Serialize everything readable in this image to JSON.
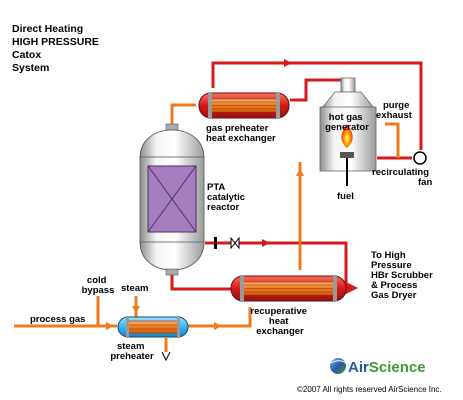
{
  "title": [
    "Direct Heating",
    "HIGH PRESSURE",
    "Catox",
    "System"
  ],
  "labels": {
    "gas_preheater": [
      "gas preheater",
      "heat exchanger"
    ],
    "hot_gas_generator": [
      "hot gas",
      "generator"
    ],
    "purge_exhaust": [
      "purge",
      "exhaust"
    ],
    "recirculating_fan": [
      "recirculating",
      "fan"
    ],
    "fuel": "fuel",
    "reactor": [
      "PTA",
      "catalytic",
      "reactor"
    ],
    "to_high_pressure": [
      "To High",
      "Pressure",
      "HBr Scrubber",
      "& Process",
      "Gas Dryer"
    ],
    "recuperative": [
      "recuperative",
      "heat",
      "exchanger"
    ],
    "cold_bypass": [
      "cold",
      "bypass"
    ],
    "steam": "steam",
    "process_gas": "process gas",
    "steam_preheater": [
      "steam",
      "preheater"
    ]
  },
  "logo": {
    "air": "Air",
    "science": "Science"
  },
  "copyright": "©2007 All rights reserved AirScience Inc.",
  "colors": {
    "hot_pipe": "#d41a1a",
    "warm_pipe": "#f07a1e",
    "reactor_fill": "#a57dc0",
    "logo_blue": "#2856a3",
    "logo_green": "#3d9a3d"
  }
}
